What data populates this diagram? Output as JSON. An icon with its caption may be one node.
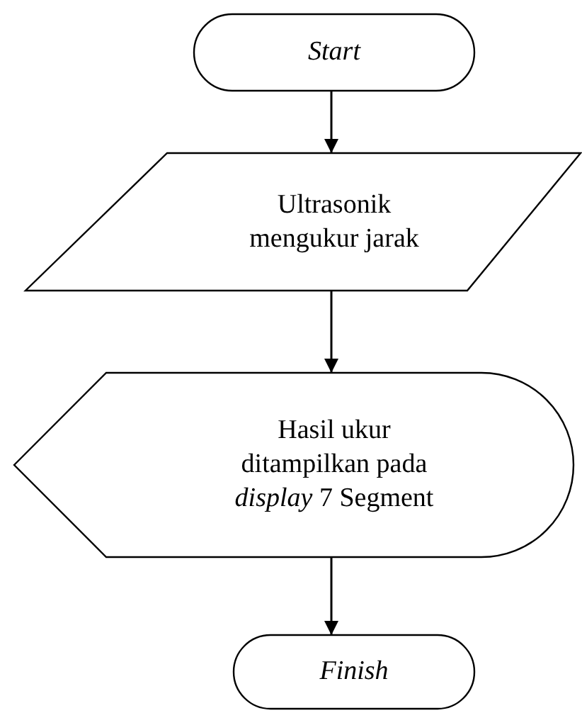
{
  "diagram": {
    "nodes": [
      {
        "text": [
          "Start"
        ]
      },
      {
        "text": [
          "Ultrasonik mengukur jarak"
        ]
      },
      {
        "text": [
          "Hasil ukur ditampilkan pada *display* 7 Segment"
        ]
      },
      {
        "text": [
          "Finish"
        ]
      }
    ],
    "edges": [
      {
        "from": 0,
        "to": 1,
        "arrow": "to"
      },
      {
        "from": 1,
        "to": 2,
        "arrow": "to"
      },
      {
        "from": 2,
        "to": 3,
        "arrow": "to"
      }
    ]
  }
}
